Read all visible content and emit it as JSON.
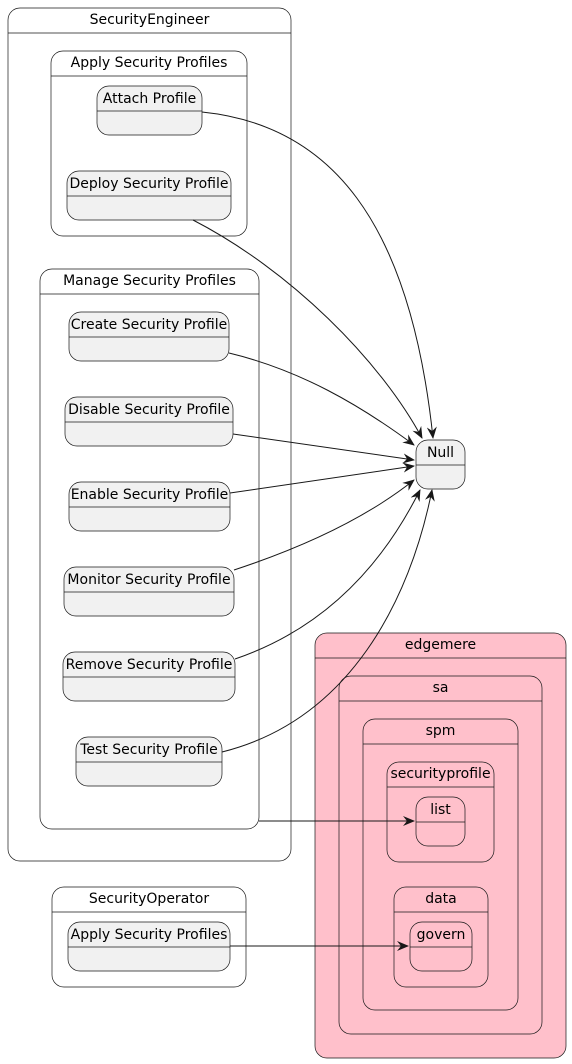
{
  "colors": {
    "state_fill": "#F1F1F1",
    "stroke": "#181818",
    "container_fill": "#FFFFFF",
    "highlight_fill": "#FFC0CB",
    "arrow": "#181818"
  },
  "containers": {
    "security_engineer": "SecurityEngineer",
    "apply_security_profiles": "Apply Security Profiles",
    "manage_security_profiles": "Manage Security Profiles",
    "security_operator": "SecurityOperator",
    "edgemere": "edgemere",
    "sa": "sa",
    "spm": "spm",
    "securityprofile": "securityprofile",
    "data": "data"
  },
  "states": {
    "attach_profile": "Attach Profile",
    "deploy_security_profile": "Deploy Security Profile",
    "create_security_profile": "Create Security Profile",
    "disable_security_profile": "Disable Security Profile",
    "enable_security_profile": "Enable Security Profile",
    "monitor_security_profile": "Monitor Security Profile",
    "remove_security_profile": "Remove Security Profile",
    "test_security_profile": "Test Security Profile",
    "operator_apply_security_profiles": "Apply Security Profiles",
    "null": "Null",
    "list": "list",
    "govern": "govern"
  }
}
